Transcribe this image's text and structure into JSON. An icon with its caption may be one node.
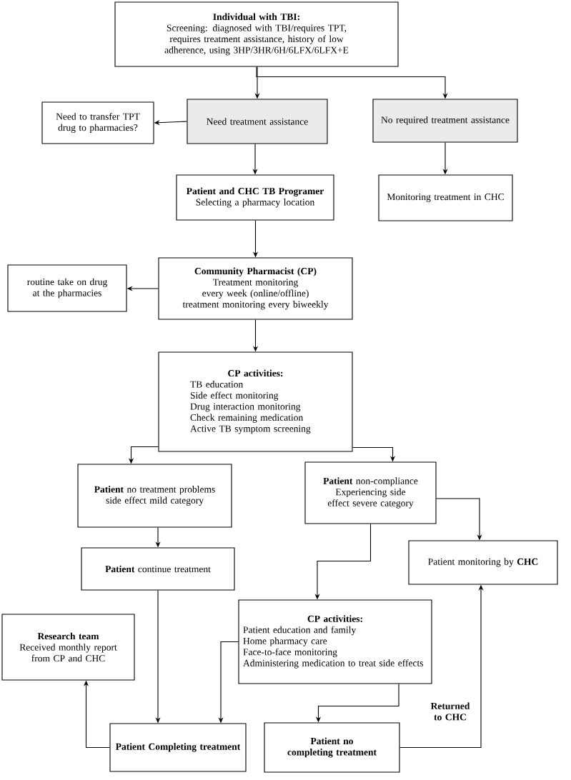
{
  "diagram": {
    "nodes": [
      {
        "text": [
          "Individual with TBI:",
          "Screening: diagnosed with TBI/requires TPT, requires treatment assistance, history of low adherence, using 3HP/3HR/6H/6LFX/6LFX+E"
        ]
      },
      {
        "text": [
          "Need to transfer TPT drug to pharmacies?"
        ]
      },
      {
        "text": [
          "Need treatment assistance"
        ]
      },
      {
        "text": [
          "No required treatment assistance"
        ]
      },
      {
        "text": [
          "Patient and CHC TB Programer",
          "Selecting a pharmacy location"
        ]
      },
      {
        "text": [
          "Monitoring treatment in CHC"
        ]
      },
      {
        "text": [
          "Community Pharmacist (CP)",
          "Treatment monitoring every week (online/offline)",
          "treatment monitoring every biweekly"
        ]
      },
      {
        "text": [
          "routine take on drug at the pharmacies"
        ]
      },
      {
        "text": [
          "CP activities:",
          "TB education",
          "Side effect monitoring",
          "Drug interaction monitoring",
          "Check remaining medication",
          "Active TB symptom screening"
        ]
      },
      {
        "text": [
          "**Patient** no treatment problems side effect mild category"
        ]
      },
      {
        "text": [
          "**Patient** non-compliance Experiencing side effect severe category"
        ]
      },
      {
        "text": [
          "**Patient** continue treatment"
        ]
      },
      {
        "text": [
          "Patient monitoring by **CHC**"
        ]
      },
      {
        "text": [
          "CP activities:",
          "Patient education and family",
          "Home pharmacy care",
          "Face-to-face monitoring",
          "Administering medication to treat side effects"
        ]
      },
      {
        "text": [
          "Research team",
          "Received monthly report from CP and CHC"
        ]
      },
      {
        "text": [
          "Patient Completing treatment"
        ]
      },
      {
        "text": [
          "Patient no completing treatment"
        ]
      }
    ],
    "edges": [
      {
        "from": 0,
        "to": 2,
        "arrow": "to"
      },
      {
        "from": 0,
        "to": 3,
        "arrow": "to"
      },
      {
        "from": 2,
        "to": 1,
        "arrow": "to"
      },
      {
        "from": 2,
        "to": 4,
        "arrow": "to"
      },
      {
        "from": 3,
        "to": 5,
        "arrow": "to"
      },
      {
        "from": 4,
        "to": 6,
        "arrow": "to"
      },
      {
        "from": 6,
        "to": 7,
        "arrow": "to"
      },
      {
        "from": 6,
        "to": 8,
        "arrow": "to"
      },
      {
        "from": 8,
        "to": 9,
        "arrow": "to"
      },
      {
        "from": 8,
        "to": 10,
        "arrow": "to"
      },
      {
        "from": 9,
        "to": 11,
        "arrow": "to"
      },
      {
        "from": 10,
        "to": 12,
        "arrow": "to"
      },
      {
        "from": 10,
        "to": 13,
        "arrow": "to"
      },
      {
        "from": 11,
        "to": 15,
        "arrow": "to"
      },
      {
        "from": 13,
        "to": 15,
        "arrow": "to"
      },
      {
        "from": 13,
        "to": 16,
        "arrow": "to"
      },
      {
        "from": 15,
        "to": 14,
        "arrow": "to"
      },
      {
        "from": 16,
        "to": 12,
        "arrow": "to",
        "label": "Returned to CHC"
      }
    ]
  }
}
